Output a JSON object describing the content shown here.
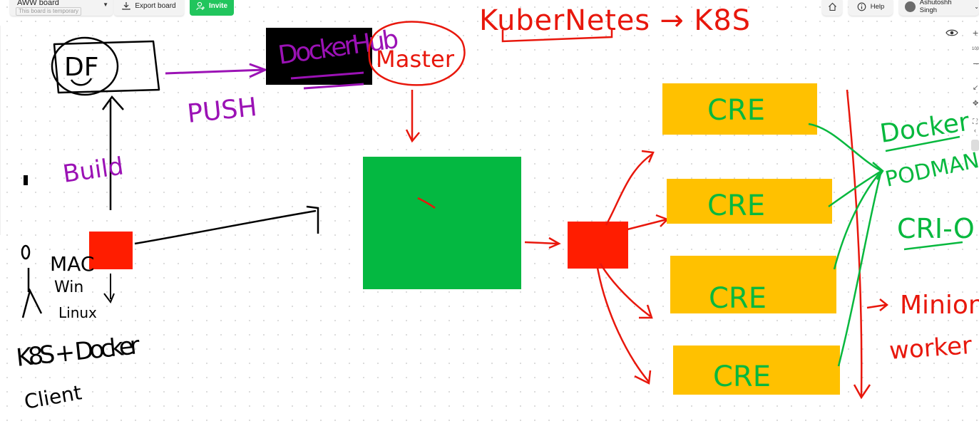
{
  "header": {
    "board_name": "AWW board",
    "board_note": "This board is temporary",
    "export_label": "Export board",
    "invite_label": "Invite",
    "help_label": "Help",
    "user_name": "Ashutoshh Singh",
    "zoom_level": "100"
  },
  "icons": {
    "export": "download-icon",
    "invite": "add-user-icon",
    "home": "home-icon",
    "help": "info-icon",
    "view": "eye-icon"
  },
  "whiteboard": {
    "dockerfile_label": "DF",
    "dockerhub_label": "DockerHub",
    "master_label": "Master",
    "push_label": "PUSH",
    "build_label": "Build",
    "title": "KuberNetes → K8S",
    "client_lines": [
      "MAC",
      "Win",
      "Linux",
      "K8S + Docker",
      "Client"
    ],
    "node_labels": [
      "CRE",
      "CRE",
      "CRE",
      "CRE"
    ],
    "runtime_labels": [
      "Docker",
      "PODMAN",
      "CRI-O"
    ],
    "worker_labels": [
      "Minion",
      "worker"
    ]
  },
  "colors": {
    "purple": "#9b12b5",
    "red": "#e8170c",
    "green": "#07b83e",
    "green_box": "#04b841",
    "orange_box": "#ffc100",
    "red_box": "#ff1d00",
    "black_box": "#000000",
    "invite_green": "#21c55d"
  }
}
